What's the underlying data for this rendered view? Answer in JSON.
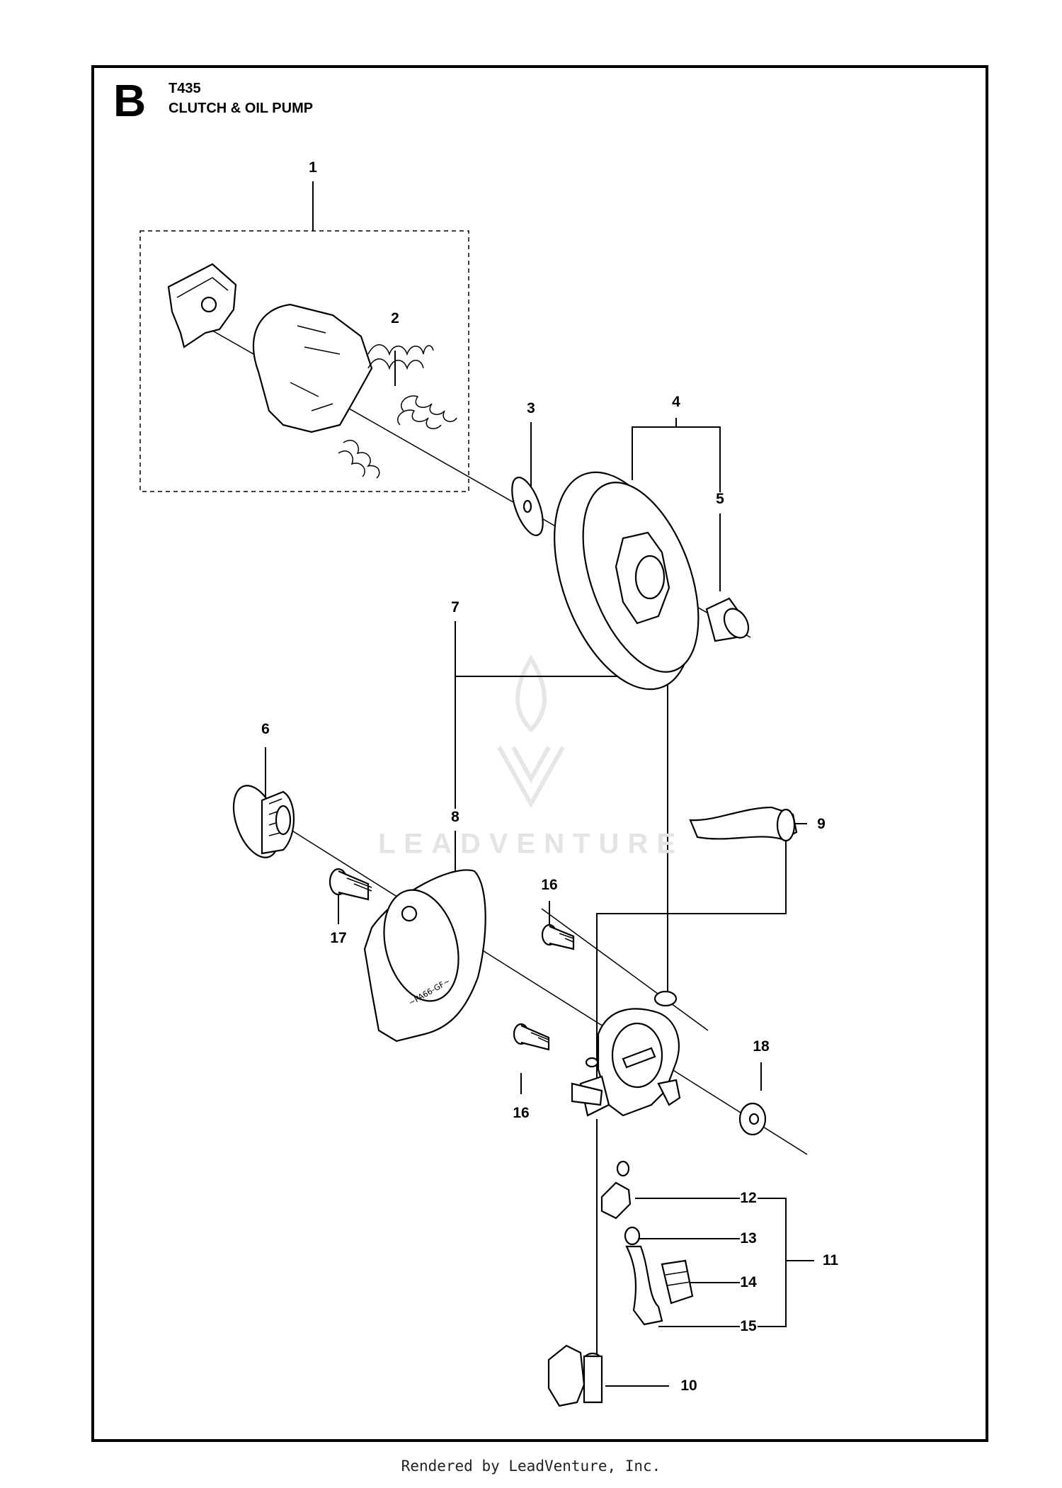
{
  "section_letter": "B",
  "model": "T435",
  "title": "CLUTCH & OIL PUMP",
  "watermark": "LEADVENTURE",
  "footer": "Rendered by LeadVenture, Inc.",
  "callouts": [
    "1",
    "2",
    "3",
    "4",
    "5",
    "6",
    "7",
    "8",
    "9",
    "10",
    "11",
    "12",
    "13",
    "14",
    "15",
    "16",
    "16",
    "17",
    "18"
  ],
  "stamp_text": "~PA66-GF~",
  "colors": {
    "line": "#000000",
    "frame": "#000000",
    "watermark": "#e4e4e4"
  }
}
